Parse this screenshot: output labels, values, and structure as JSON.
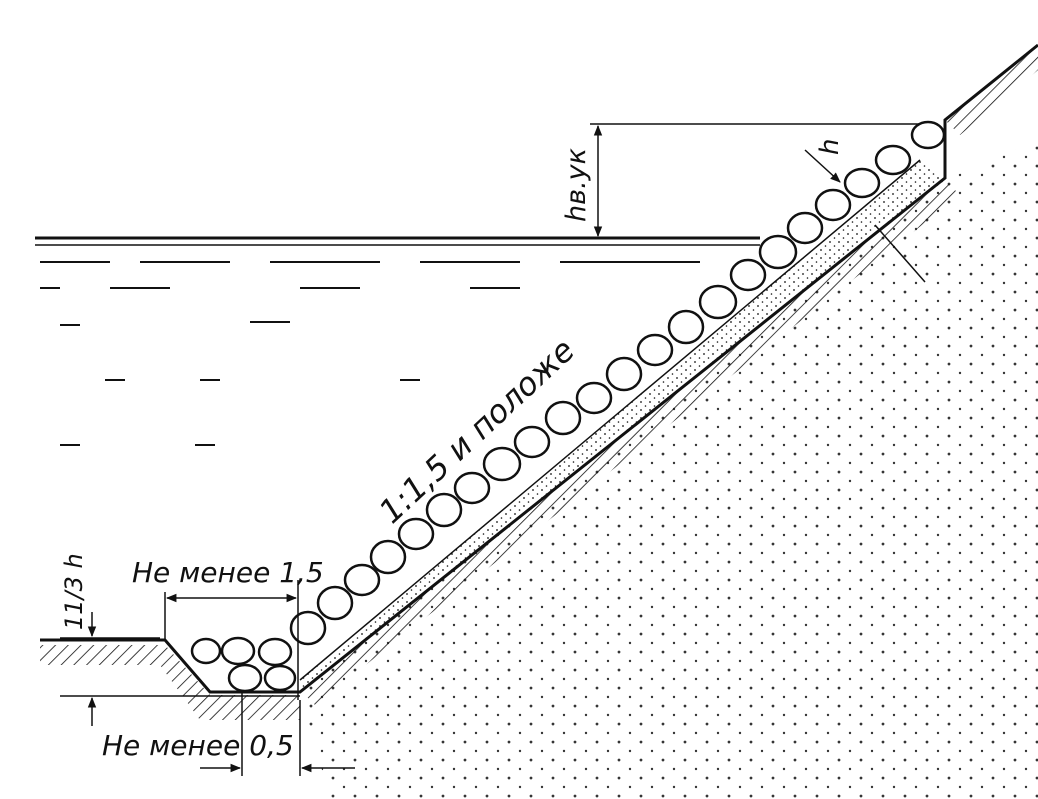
{
  "labels": {
    "top_height": "hв.ук",
    "stone_thickness": "h",
    "slope": "1:1,5 и положе",
    "bottom_width": "Не менее 1,5",
    "toe_height": "11/3 h",
    "toe_depth": "Не менее 0,5"
  },
  "colors": {
    "ink": "#111111",
    "paper": "#ffffff"
  }
}
